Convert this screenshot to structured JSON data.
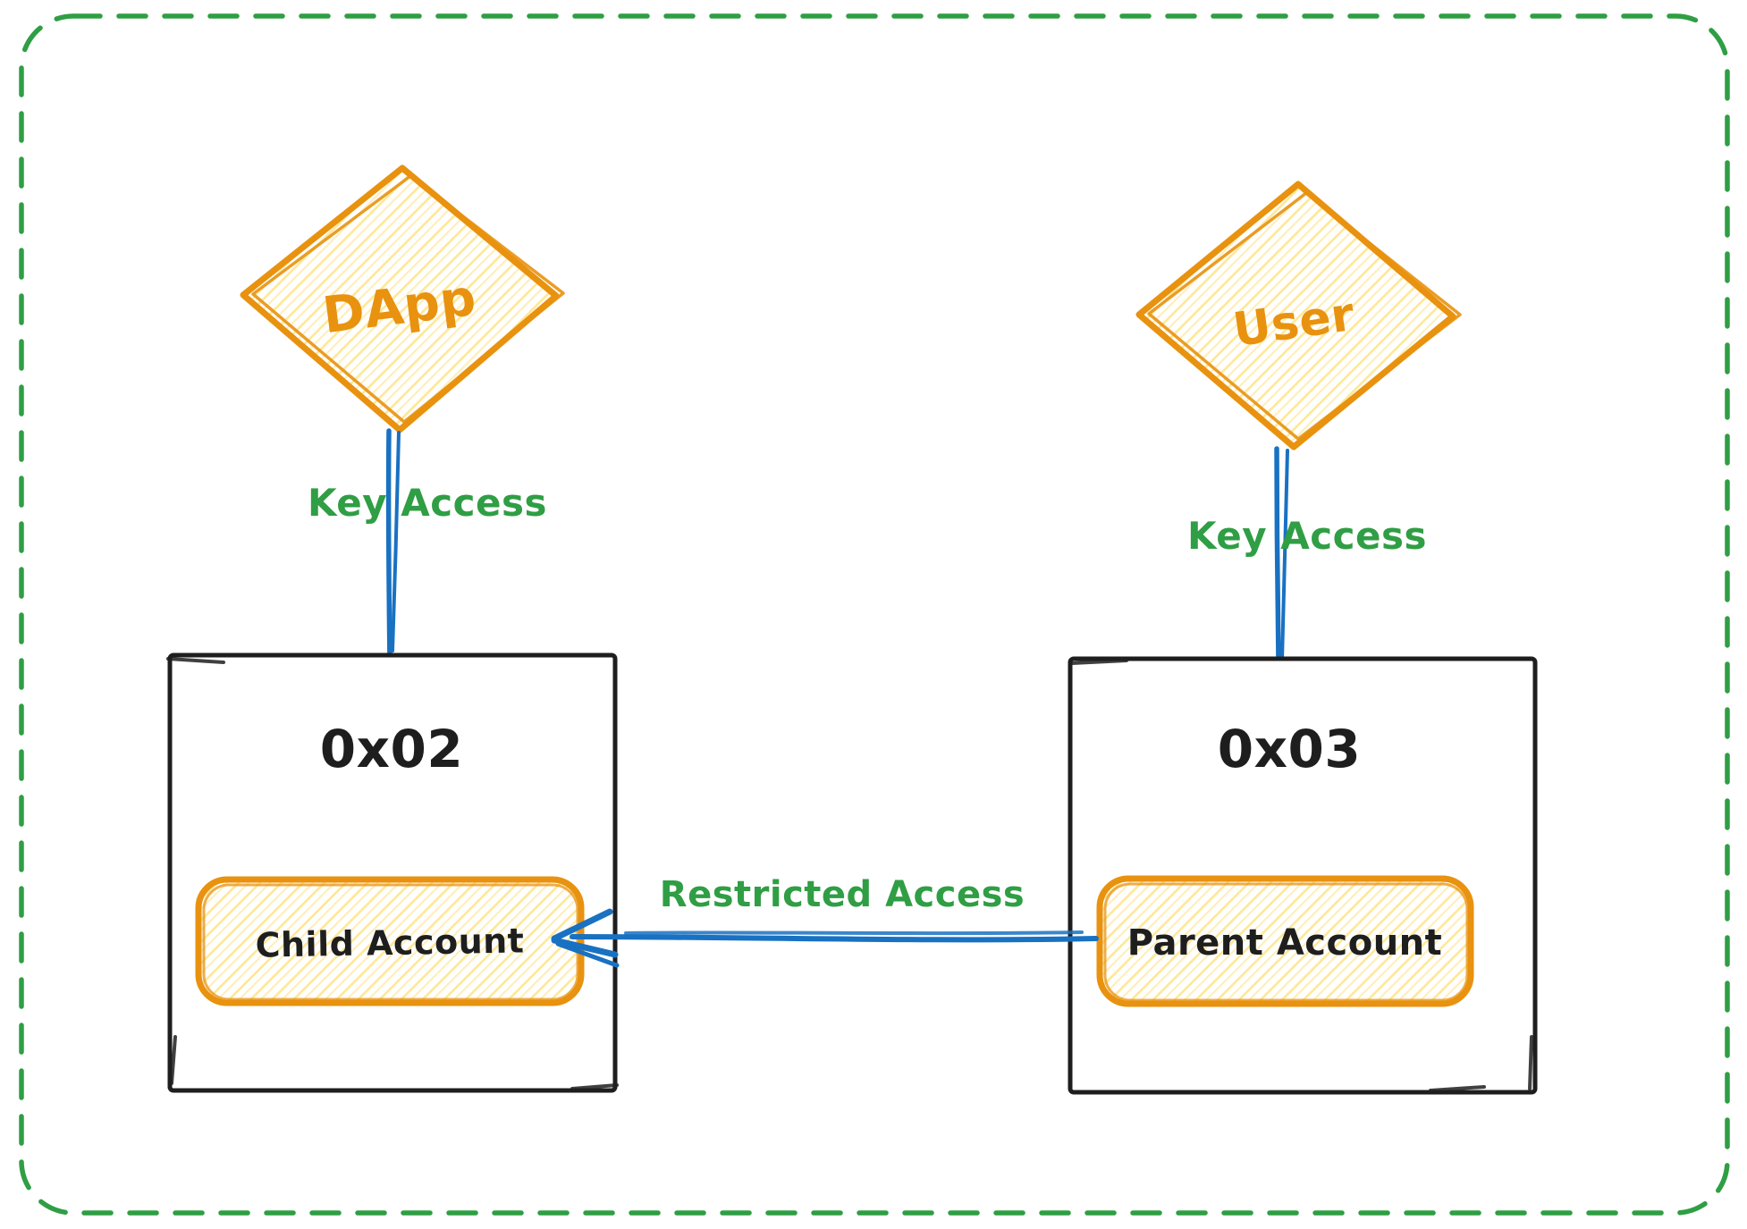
{
  "colors": {
    "frame_border_green": "#2f9e44",
    "edge_label_green": "#2f9e44",
    "shape_stroke_orange": "#e8920f",
    "hatch_fill_yellow": "#ffd43b",
    "hatch_fill_yellow_light": "#ffecb4",
    "connector_blue": "#1971c2",
    "ink_black": "#1e1e1e",
    "background": "#ffffff"
  },
  "nodes": {
    "dapp": {
      "label": "DApp"
    },
    "user": {
      "label": "User"
    },
    "left_wallet": {
      "address": "0x02",
      "account_label": "Child Account"
    },
    "right_wallet": {
      "address": "0x03",
      "account_label": "Parent Account"
    }
  },
  "edges": {
    "dapp_to_left_wallet": {
      "label": "Key Access"
    },
    "user_to_right_wallet": {
      "label": "Key Access"
    },
    "parent_to_child": {
      "label": "Restricted Access"
    }
  }
}
